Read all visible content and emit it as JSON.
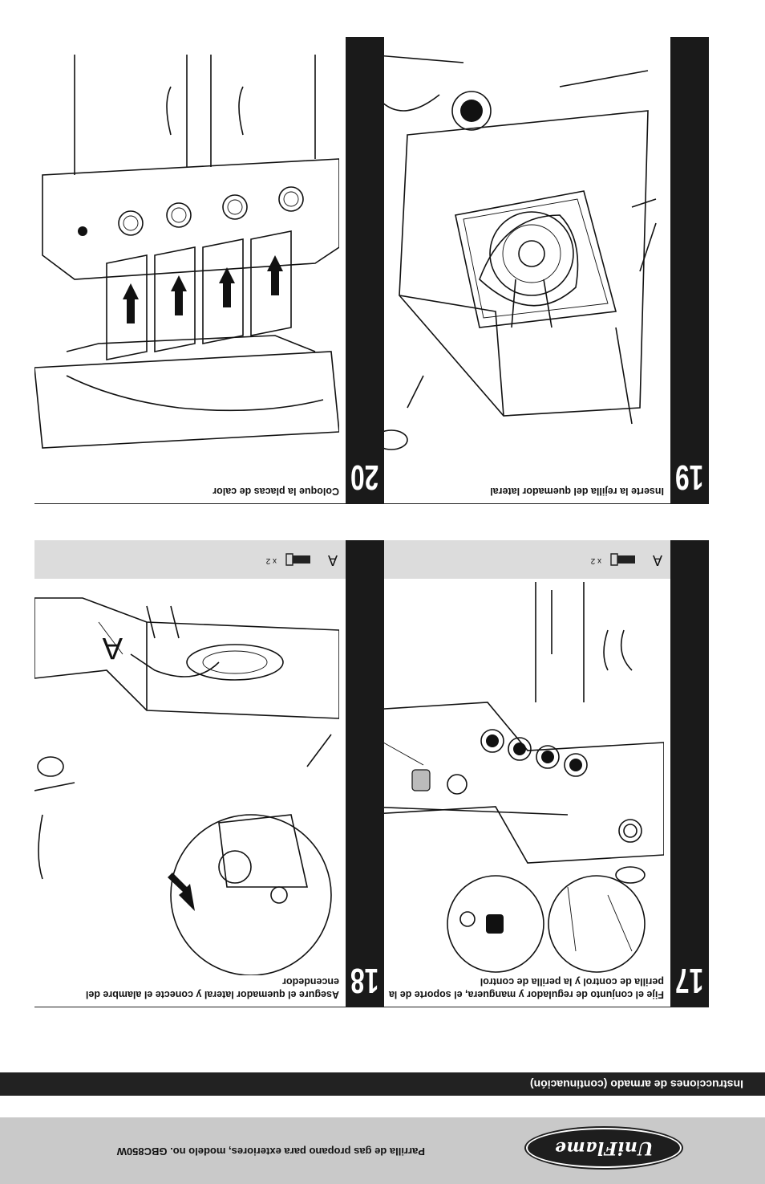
{
  "footer": {
    "brand": "UniFlame",
    "subtitle": "Parrilla de gas propano para exteriores, modelo no. GBC850W"
  },
  "section_title": "Instrucciones de armado (continuación)",
  "steps": [
    {
      "number": "17",
      "caption": "Fije el conjunto de regulador y manguera, el soporte de la perilla de control y la perilla de control",
      "hardware": {
        "letter": "A",
        "qty": "x 2"
      },
      "callout": "A"
    },
    {
      "number": "18",
      "caption": "Asegure el quemador lateral y conecte el alambre del encendedor",
      "hardware": {
        "letter": "A",
        "qty": "x 2"
      },
      "callout": "A"
    },
    {
      "number": "19",
      "caption": "Inserte la rejilla del quemador lateral"
    },
    {
      "number": "20",
      "caption": "Coloque la placas de calor"
    }
  ]
}
